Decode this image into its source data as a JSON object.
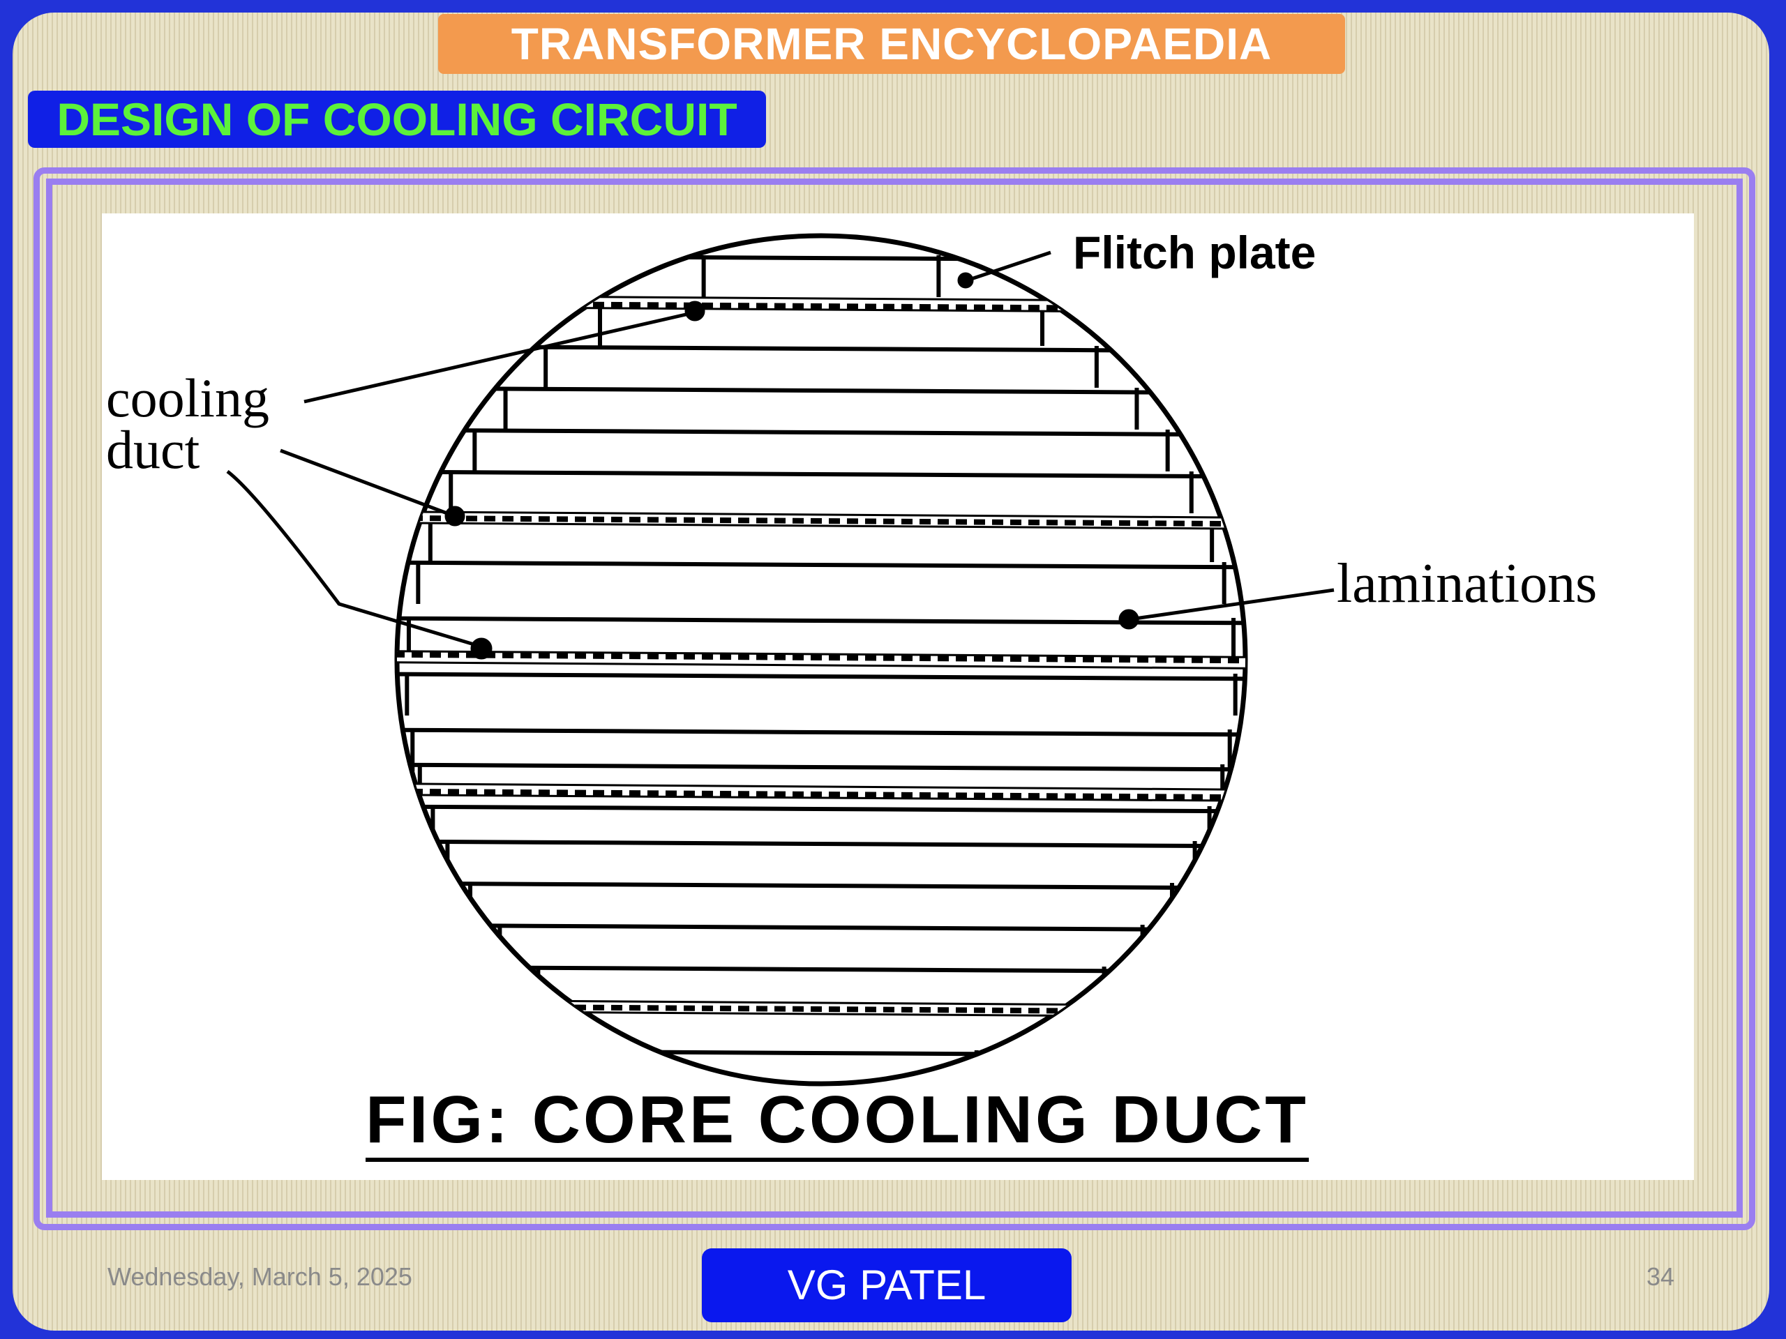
{
  "header": {
    "top_title": "TRANSFORMER ENCYCLOPAEDIA",
    "section_title": "DESIGN OF COOLING CIRCUIT"
  },
  "figure": {
    "label_flitch_plate": "Flitch plate",
    "label_cooling_duct": "cooling\nduct",
    "label_laminations": "laminations",
    "caption": "FIG: CORE COOLING DUCT"
  },
  "footer": {
    "date": "Wednesday, March 5, 2025",
    "author": "VG PATEL",
    "page_number": "34"
  }
}
